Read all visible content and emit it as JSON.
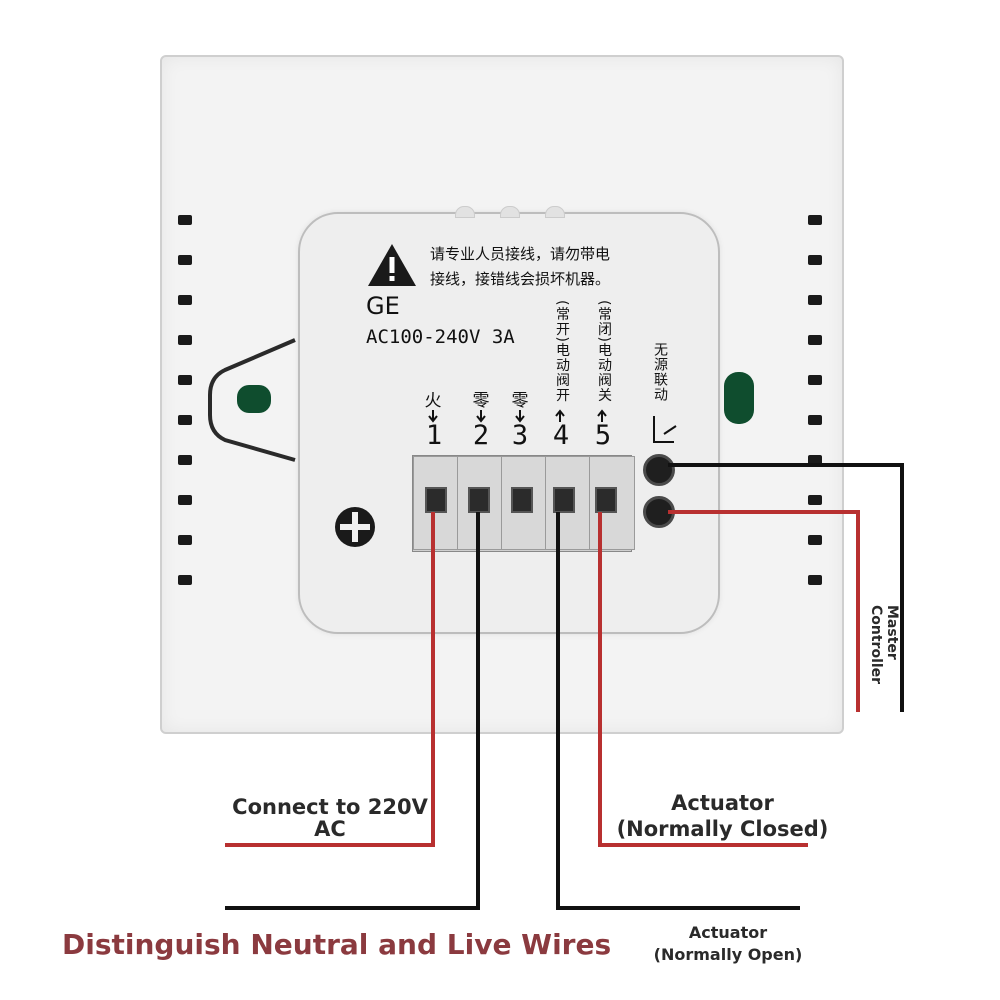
{
  "device": {
    "warning_text_line1": "请专业人员接线，请勿带电",
    "warning_text_line2": "接线，接错线会损坏机器。",
    "brand": "GE",
    "rating": "AC100-240V 3A"
  },
  "terminals": [
    {
      "symbol": "火",
      "number": "1"
    },
    {
      "symbol": "零",
      "number": "2"
    },
    {
      "symbol": "零",
      "number": "3"
    },
    {
      "symbol": "(常开)电动阀开",
      "number": "4"
    },
    {
      "symbol": "(常闭)电动阀关",
      "number": "5"
    }
  ],
  "dry_contact_label": "无源联动",
  "labels": {
    "power": "Connect to 220V\nAC",
    "actuator_nc": "Actuator\n(Normally Closed)",
    "actuator_no": "Actuator\n(Normally Open)",
    "master": "Master\nController",
    "footer": "Distinguish Neutral and Live Wires"
  },
  "colors": {
    "live_wire": "#b83030",
    "neutral_wire": "#111111",
    "footer_text": "#8b3a3f"
  }
}
